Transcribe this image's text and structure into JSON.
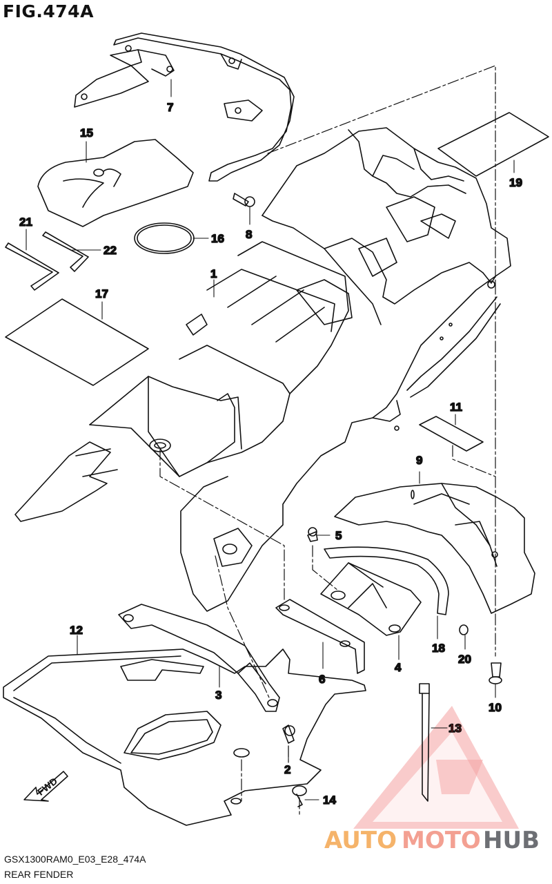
{
  "figure": {
    "title": "FIG.474A",
    "code": "GSX1300RAM0_E03_E28_474A",
    "name": "REAR FENDER"
  },
  "parts": [
    {
      "id": "1",
      "label": "1"
    },
    {
      "id": "2",
      "label": "2"
    },
    {
      "id": "3",
      "label": "3"
    },
    {
      "id": "4",
      "label": "4"
    },
    {
      "id": "5",
      "label": "5"
    },
    {
      "id": "6",
      "label": "6"
    },
    {
      "id": "7",
      "label": "7"
    },
    {
      "id": "8",
      "label": "8"
    },
    {
      "id": "9",
      "label": "9"
    },
    {
      "id": "10",
      "label": "10"
    },
    {
      "id": "11",
      "label": "11"
    },
    {
      "id": "12",
      "label": "12"
    },
    {
      "id": "13",
      "label": "13"
    },
    {
      "id": "14",
      "label": "14"
    },
    {
      "id": "15",
      "label": "15"
    },
    {
      "id": "16",
      "label": "16"
    },
    {
      "id": "17",
      "label": "17"
    },
    {
      "id": "18",
      "label": "18"
    },
    {
      "id": "19",
      "label": "19"
    },
    {
      "id": "20",
      "label": "20"
    },
    {
      "id": "21",
      "label": "21"
    },
    {
      "id": "22",
      "label": "22"
    }
  ],
  "direction_label": "FWD",
  "watermark": {
    "auto": "AUTO",
    "moto": "MOTO",
    "hub": "HUB",
    "colors": {
      "auto": "#f5b36a",
      "moto": "#f3a092",
      "hub": "#6d6f74",
      "triangle": "#ef8c8c"
    }
  }
}
